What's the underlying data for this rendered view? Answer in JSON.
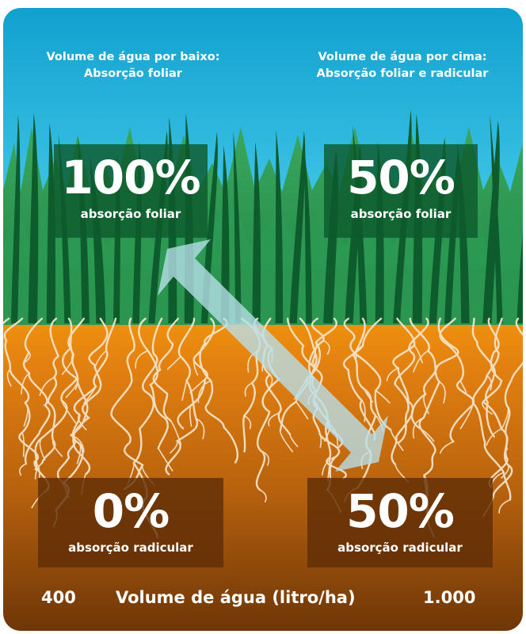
{
  "header_left": {
    "line1": "Volume de água por baixo:",
    "line2": "Absorção foliar"
  },
  "header_right": {
    "line1": "Volume de água por cima:",
    "line2": "Absorção foliar e radicular"
  },
  "boxes": {
    "low_foliar": {
      "percent": "100%",
      "caption": "absorção foliar"
    },
    "high_foliar": {
      "percent": "50%",
      "caption": "absorção foliar"
    },
    "low_root": {
      "percent": "0%",
      "caption": "absorção radicular"
    },
    "high_root": {
      "percent": "50%",
      "caption": "absorção radicular"
    }
  },
  "axis": {
    "min_label": "400",
    "title": "Volume de água (litro/ha)",
    "max_label": "1.000"
  },
  "colors": {
    "sky": "#17a9d5",
    "grass_light": "#2f9a55",
    "grass_dark": "#0f5f30",
    "soil_top": "#ee8c0c",
    "soil_bottom": "#7b3e08",
    "roots": "#f7e6cc",
    "arrow": "#b8e0ec"
  }
}
